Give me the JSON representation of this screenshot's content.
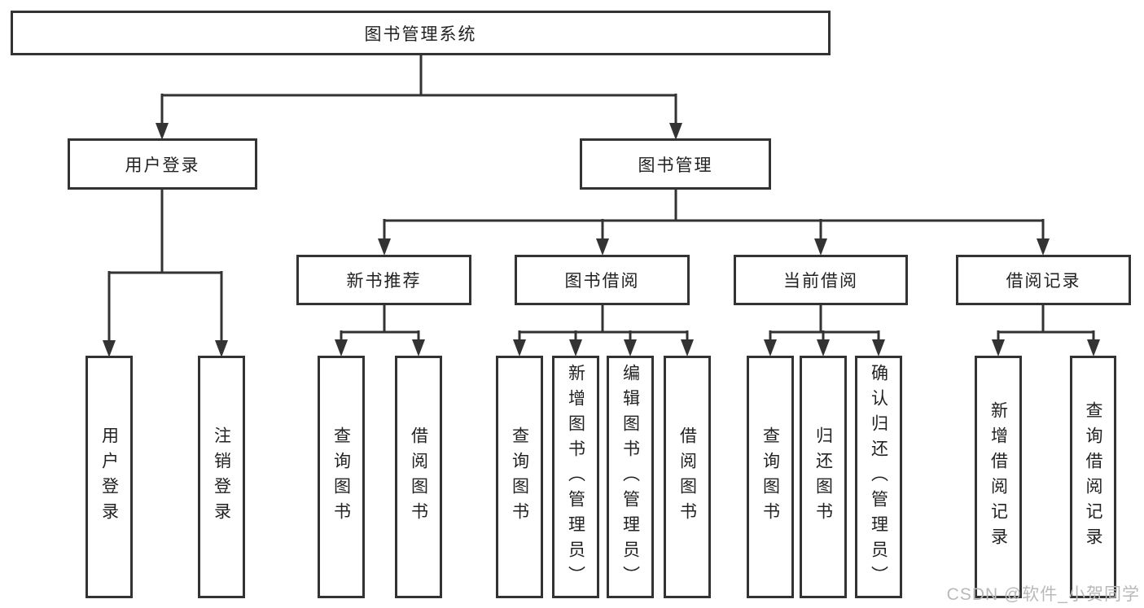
{
  "diagram": {
    "title_node": "functional-structure-tree",
    "root": {
      "label": "图书管理系统"
    },
    "level2": [
      {
        "label": "用户登录"
      },
      {
        "label": "图书管理"
      }
    ],
    "level3": [
      {
        "label": "新书推荐"
      },
      {
        "label": "图书借阅"
      },
      {
        "label": "当前借阅"
      },
      {
        "label": "借阅记录"
      }
    ],
    "leaves": [
      {
        "label": "用户登录"
      },
      {
        "label": "注销登录"
      },
      {
        "label": "查询图书"
      },
      {
        "label": "借阅图书"
      },
      {
        "label": "查询图书"
      },
      {
        "label": "新增图书（管理员）"
      },
      {
        "label": "编辑图书（管理员）"
      },
      {
        "label": "借阅图书"
      },
      {
        "label": "查询图书"
      },
      {
        "label": "归还图书"
      },
      {
        "label": "确认归还（管理员）"
      },
      {
        "label": "新增借阅记录"
      },
      {
        "label": "查询借阅记录"
      }
    ]
  },
  "watermark": {
    "text": "CSDN @软件_小贺同学",
    "color": "#b9b9b9"
  },
  "colors": {
    "line": "#333333",
    "text": "#222222",
    "background": "#ffffff"
  }
}
